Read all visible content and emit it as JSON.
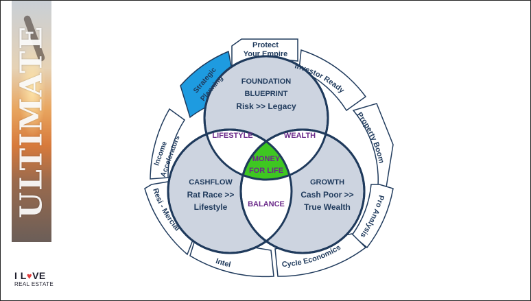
{
  "sidebar": {
    "title": "ULTIMATE"
  },
  "logo": {
    "line1_a": "I L",
    "heart": "♥",
    "line1_b": "VE",
    "line2": "REAL ESTATE"
  },
  "diagram": {
    "outer_segments": {
      "protect": [
        "Protect",
        "Your Empire"
      ],
      "investor_ready": "Investor Ready",
      "property_boom": "Property Boom",
      "pro_analysis": "Pro Analysis",
      "cycle_economics": "Cycle Economics",
      "intel": "Intel",
      "resi_mercial": "Resi - Mercial",
      "income_accelerators": [
        "Income",
        "Accelerators"
      ],
      "strategic_planning": [
        "Strategic",
        "Planning"
      ]
    },
    "circles": {
      "top": [
        "FOUNDATION",
        "BLUEPRINT",
        "Risk >> Legacy"
      ],
      "left": [
        "CASHFLOW",
        "Rat Race >>",
        "Lifestyle"
      ],
      "right": [
        "GROWTH",
        "Cash Poor >>",
        "True Wealth"
      ]
    },
    "overlaps": {
      "lifestyle": "LIFESTYLE",
      "wealth": "WEALTH",
      "balance": "BALANCE",
      "center": [
        "MONEY",
        "FOR LIFE"
      ]
    },
    "colors": {
      "ring_fill": "#ffffff",
      "ring_stroke": "#1f3a5c",
      "circle_fill": "#cdd4e0",
      "circle_stroke": "#1f3a5c",
      "highlight_segment": "#1e9be0",
      "center_fill": "#3ec721",
      "overlap_text": "#6b2a8a",
      "label_text": "#1f3a5c"
    }
  }
}
